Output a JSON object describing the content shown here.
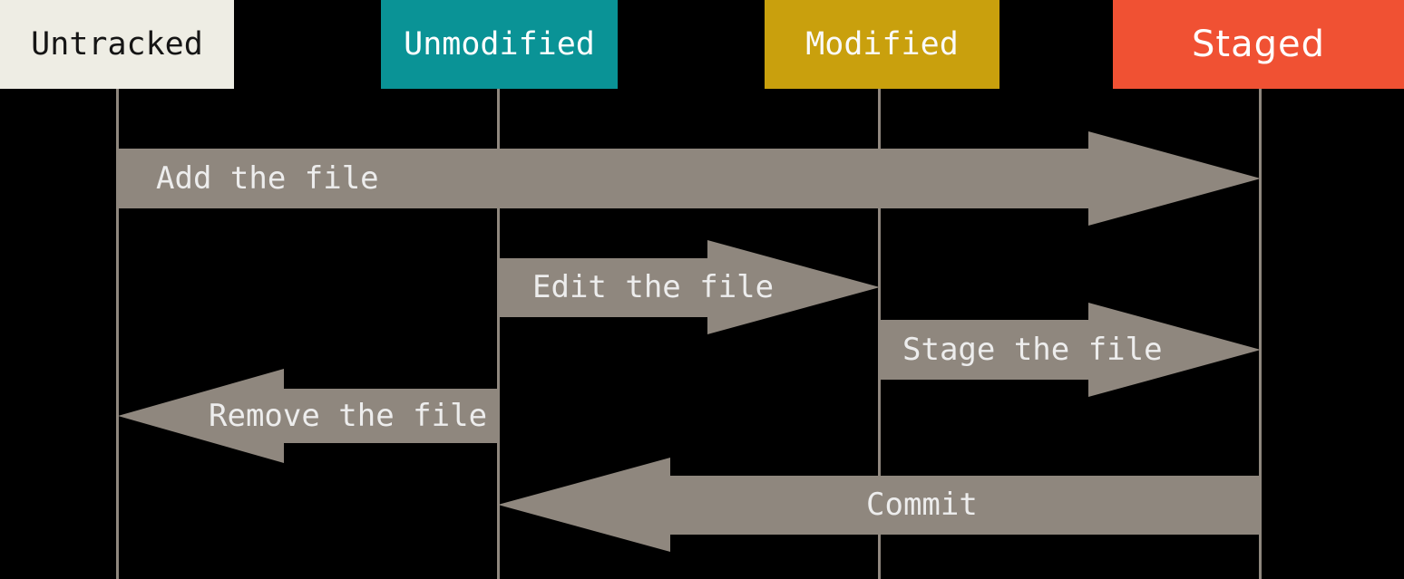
{
  "colors": {
    "background": "#000000",
    "arrow": "#8f877e",
    "lifeline": "#8f877e",
    "arrow_label": "#ededed"
  },
  "states": [
    {
      "label": "Untracked",
      "fill": "#eeede4",
      "text_color": "#151515"
    },
    {
      "label": "Unmodified",
      "fill": "#0a9396",
      "text_color": "#ffffff"
    },
    {
      "label": "Modified",
      "fill": "#c9a00d",
      "text_color": "#fafafa"
    },
    {
      "label": "Staged",
      "fill": "#f05133",
      "text_color": "#ffffff"
    }
  ],
  "transitions": [
    {
      "label": "Add the file",
      "from": "Untracked",
      "to": "Staged",
      "direction": "right"
    },
    {
      "label": "Edit the file",
      "from": "Unmodified",
      "to": "Modified",
      "direction": "right"
    },
    {
      "label": "Stage the file",
      "from": "Modified",
      "to": "Staged",
      "direction": "right"
    },
    {
      "label": "Remove the file",
      "from": "Unmodified",
      "to": "Untracked",
      "direction": "left"
    },
    {
      "label": "Commit",
      "from": "Staged",
      "to": "Unmodified",
      "direction": "left"
    }
  ]
}
